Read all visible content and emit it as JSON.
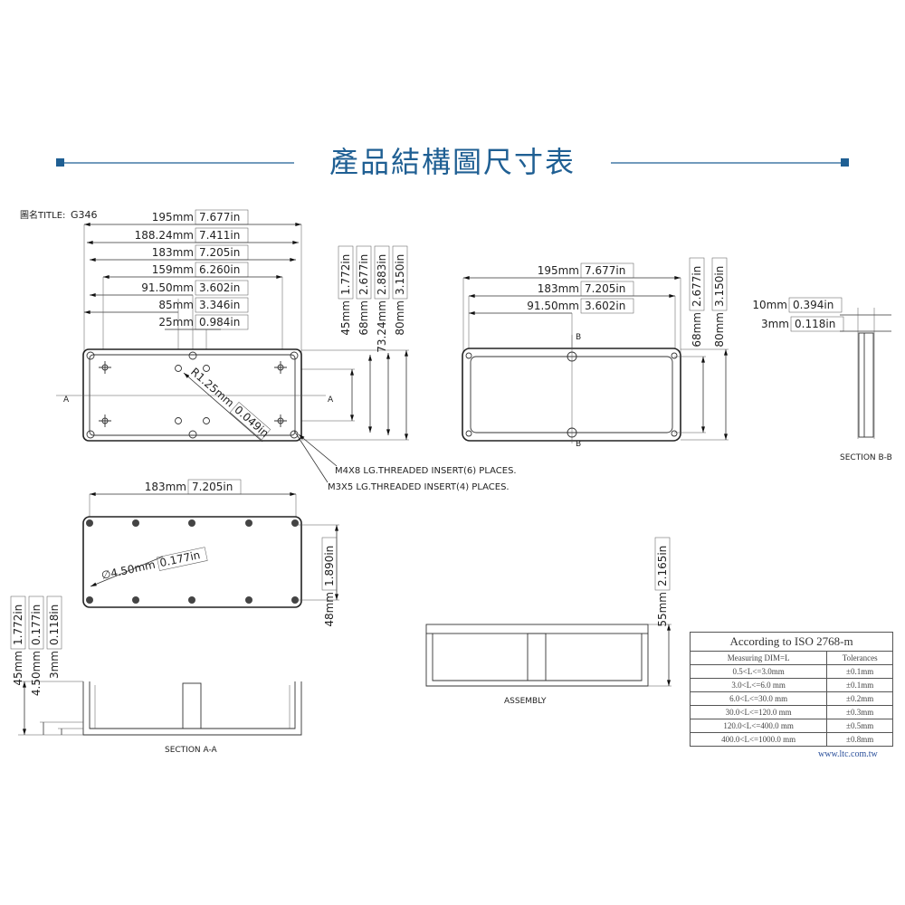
{
  "title": "產品結構圖尺寸表",
  "drawing_title_label": "圖名TITLE:",
  "drawing_title_value": "G346",
  "colors": {
    "title": "#1f5f93",
    "line": "#333333"
  },
  "top_view": {
    "horizontal_dims": [
      {
        "mm": "195mm",
        "in": "7.677in"
      },
      {
        "mm": "188.24mm",
        "in": "7.411in"
      },
      {
        "mm": "183mm",
        "in": "7.205in"
      },
      {
        "mm": "159mm",
        "in": "6.260in"
      },
      {
        "mm": "91.50mm",
        "in": "3.602in"
      },
      {
        "mm": "85mm",
        "in": "3.346in"
      },
      {
        "mm": "25mm",
        "in": "0.984in"
      }
    ],
    "vertical_dims": [
      {
        "mm": "45mm",
        "in": "1.772in"
      },
      {
        "mm": "68mm",
        "in": "2.677in"
      },
      {
        "mm": "73.24mm",
        "in": "2.883in"
      },
      {
        "mm": "80mm",
        "in": "3.150in"
      }
    ],
    "radius": {
      "mm": "R1.25mm",
      "in": "0.049in"
    },
    "section_mark": "A"
  },
  "notes": [
    "M4X8 LG.THREADED INSERT(6) PLACES.",
    "M3X5 LG.THREADED INSERT(4) PLACES."
  ],
  "lid_view": {
    "horizontal_dims": [
      {
        "mm": "195mm",
        "in": "7.677in"
      },
      {
        "mm": "183mm",
        "in": "7.205in"
      },
      {
        "mm": "91.50mm",
        "in": "3.602in"
      }
    ],
    "vertical_dims": [
      {
        "mm": "68mm",
        "in": "2.677in"
      },
      {
        "mm": "80mm",
        "in": "3.150in"
      }
    ],
    "section_mark": "B"
  },
  "section_bb": {
    "dims": [
      {
        "mm": "10mm",
        "in": "0.394in"
      },
      {
        "mm": "3mm",
        "in": "0.118in"
      }
    ],
    "label": "SECTION B-B"
  },
  "bottom_view": {
    "width_dim": {
      "mm": "183mm",
      "in": "7.205in"
    },
    "hole_dim": {
      "mm": "∅4.50mm",
      "in": "0.177in"
    },
    "height_dim": {
      "mm": "48mm",
      "in": "1.890in"
    }
  },
  "section_aa": {
    "dims": [
      {
        "mm": "45mm",
        "in": "1.772in"
      },
      {
        "mm": "4.50mm",
        "in": "0.177in"
      },
      {
        "mm": "3mm",
        "in": "0.118in"
      }
    ],
    "label": "SECTION A-A"
  },
  "assembly": {
    "height_dim": {
      "mm": "55mm",
      "in": "2.165in"
    },
    "label": "ASSEMBLY"
  },
  "tolerance_table": {
    "caption": "According to ISO 2768-m",
    "headers": [
      "Measuring  DIM=L",
      "Tolerances"
    ],
    "rows": [
      [
        "0.5<L<=3.0mm",
        "±0.1mm"
      ],
      [
        "3.0<L<=6.0 mm",
        "±0.1mm"
      ],
      [
        "6.0<L<=30.0 mm",
        "±0.2mm"
      ],
      [
        "30.0<L<=120.0 mm",
        "±0.3mm"
      ],
      [
        "120.0<L<=400.0 mm",
        "±0.5mm"
      ],
      [
        "400.0<L<=1000.0 mm",
        "±0.8mm"
      ]
    ]
  },
  "website": "www.ltc.com.tw"
}
